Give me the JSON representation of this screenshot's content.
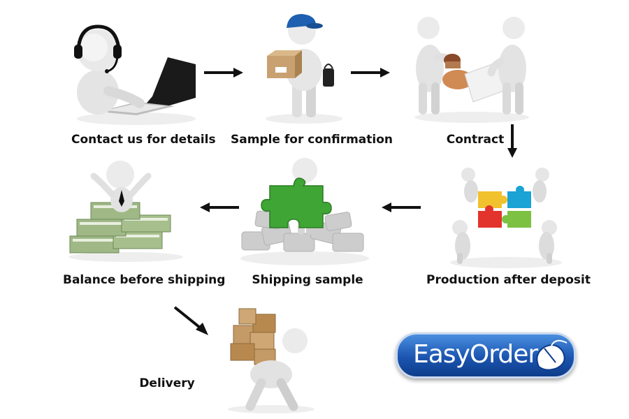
{
  "steps": [
    {
      "label": "Contact us for details"
    },
    {
      "label": "Sample for confirmation"
    },
    {
      "label": "Contract"
    },
    {
      "label": "Production after deposit"
    },
    {
      "label": "Shipping sample"
    },
    {
      "label": "Balance before shipping"
    },
    {
      "label": "Delivery"
    }
  ],
  "logo": {
    "text": "EasyOrder"
  },
  "colors": {
    "figure": "#e6e6e6",
    "figure_shade": "#b9b9b9",
    "box": "#c49a66",
    "arrow": "#111111",
    "puzzle_green": "#3fa535",
    "logo_blue": "#1b55b0"
  }
}
